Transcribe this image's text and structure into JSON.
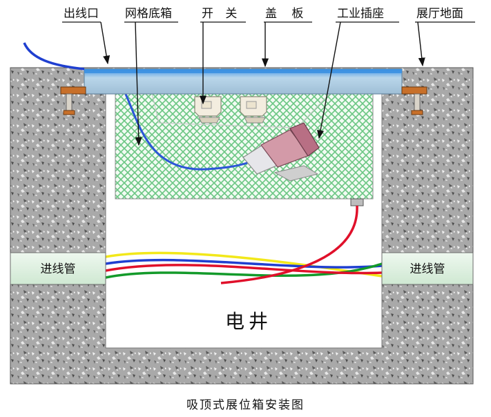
{
  "labels": {
    "outlet": "出线口",
    "mesh_box": "网格底箱",
    "switch": "开 关",
    "cover": "盖 板",
    "industrial_socket": "工业插座",
    "hall_floor": "展厅地面",
    "conduit_left": "进线管",
    "conduit_right": "进线管",
    "electric_shaft": "电井"
  },
  "caption": "吸顶式展位箱安装图",
  "colors": {
    "concrete": "#a8a8a8",
    "cover_plate": "#a9c9e0",
    "cover_highlight": "#3a8fe0",
    "mesh": "#7fcf8f",
    "conduit_fill": "#dff0e0",
    "cable_blue": "#1f3fd0",
    "cable_red": "#e0102a",
    "cable_yellow": "#f2e81a",
    "cable_green": "#139a2a",
    "bracket": "#c8702a"
  }
}
